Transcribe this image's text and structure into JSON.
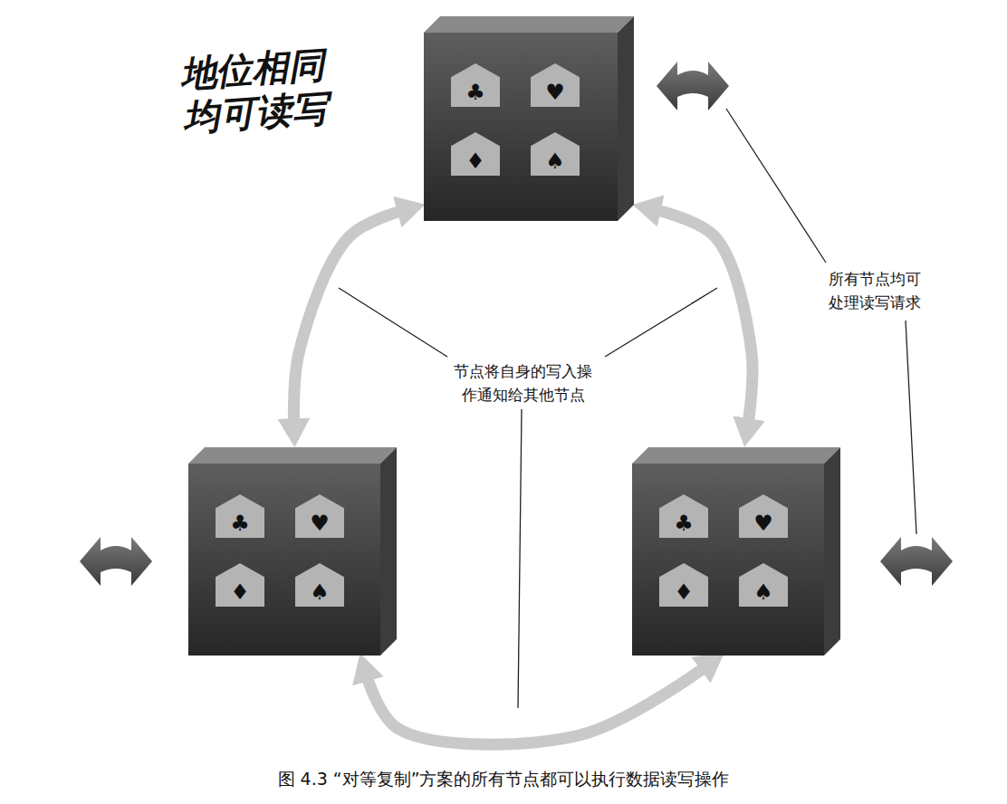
{
  "diagram": {
    "caption": "图 4.3 “对等复制”方案的所有节点都可以执行数据读写操作",
    "nodes": [
      {
        "text": [
          "♣",
          "♥",
          "♦",
          "♠"
        ]
      },
      {
        "text": [
          "♣",
          "♥",
          "♦",
          "♠"
        ]
      },
      {
        "text": [
          "♣",
          "♥",
          "♦",
          "♠"
        ]
      }
    ],
    "edges": [
      {
        "from": 0,
        "to": 1,
        "arrow": "both"
      },
      {
        "from": 0,
        "to": 2,
        "arrow": "both"
      },
      {
        "from": 1,
        "to": 2,
        "arrow": "both"
      }
    ],
    "labels": [
      "地位相同 均可读写",
      "所有节点均可处理读写请求",
      "节点将自身的写入操作通知给其他节点"
    ]
  }
}
